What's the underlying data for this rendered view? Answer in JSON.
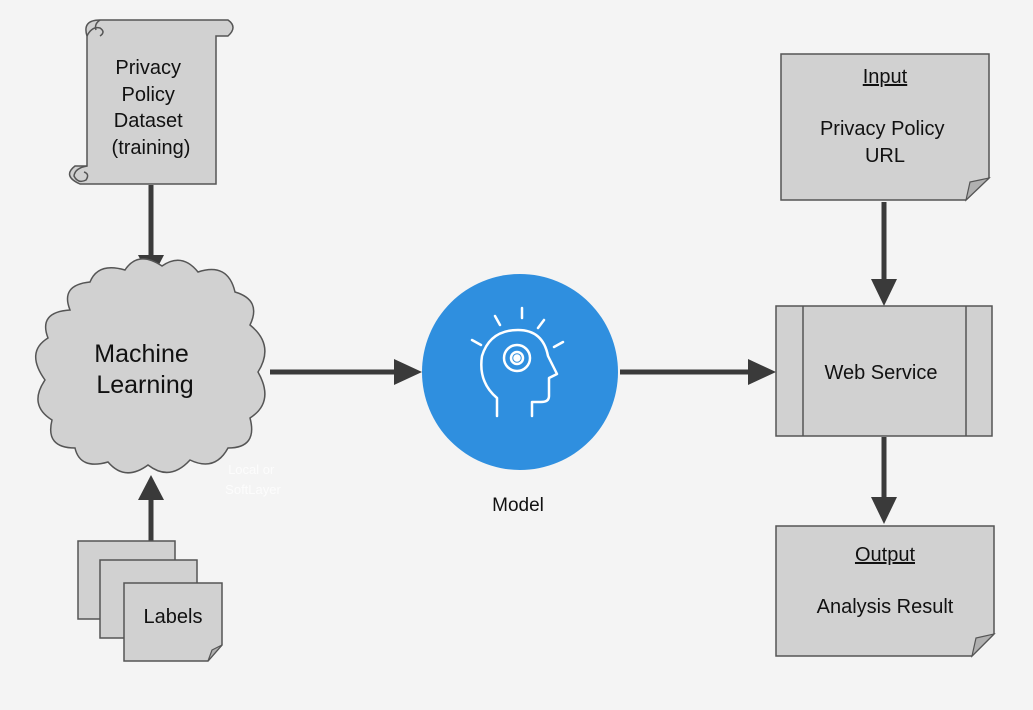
{
  "nodes": {
    "dataset": {
      "lines": [
        "Privacy",
        "Policy",
        "Dataset",
        "(training)"
      ]
    },
    "ml": {
      "lines": [
        "Machine",
        "Learning"
      ],
      "note_lines": [
        "Local or",
        "SoftLayer"
      ]
    },
    "labels": {
      "text": "Labels"
    },
    "model": {
      "caption": "Model",
      "icon": "head-lightbulb-icon",
      "color": "#2f8fdf"
    },
    "input": {
      "title": "Input",
      "lines": [
        "Privacy Policy",
        "URL"
      ]
    },
    "web_service": {
      "text": "Web Service"
    },
    "output": {
      "title": "Output",
      "lines": [
        "Analysis Result"
      ]
    }
  },
  "edges": [
    [
      "dataset",
      "ml"
    ],
    [
      "labels",
      "ml"
    ],
    [
      "ml",
      "model"
    ],
    [
      "model",
      "web_service"
    ],
    [
      "input",
      "web_service"
    ],
    [
      "web_service",
      "output"
    ]
  ],
  "colors": {
    "shape_fill": "#d1d1d1",
    "stroke": "#555555",
    "arrow": "#3a3a3a",
    "background": "#f4f4f4"
  }
}
